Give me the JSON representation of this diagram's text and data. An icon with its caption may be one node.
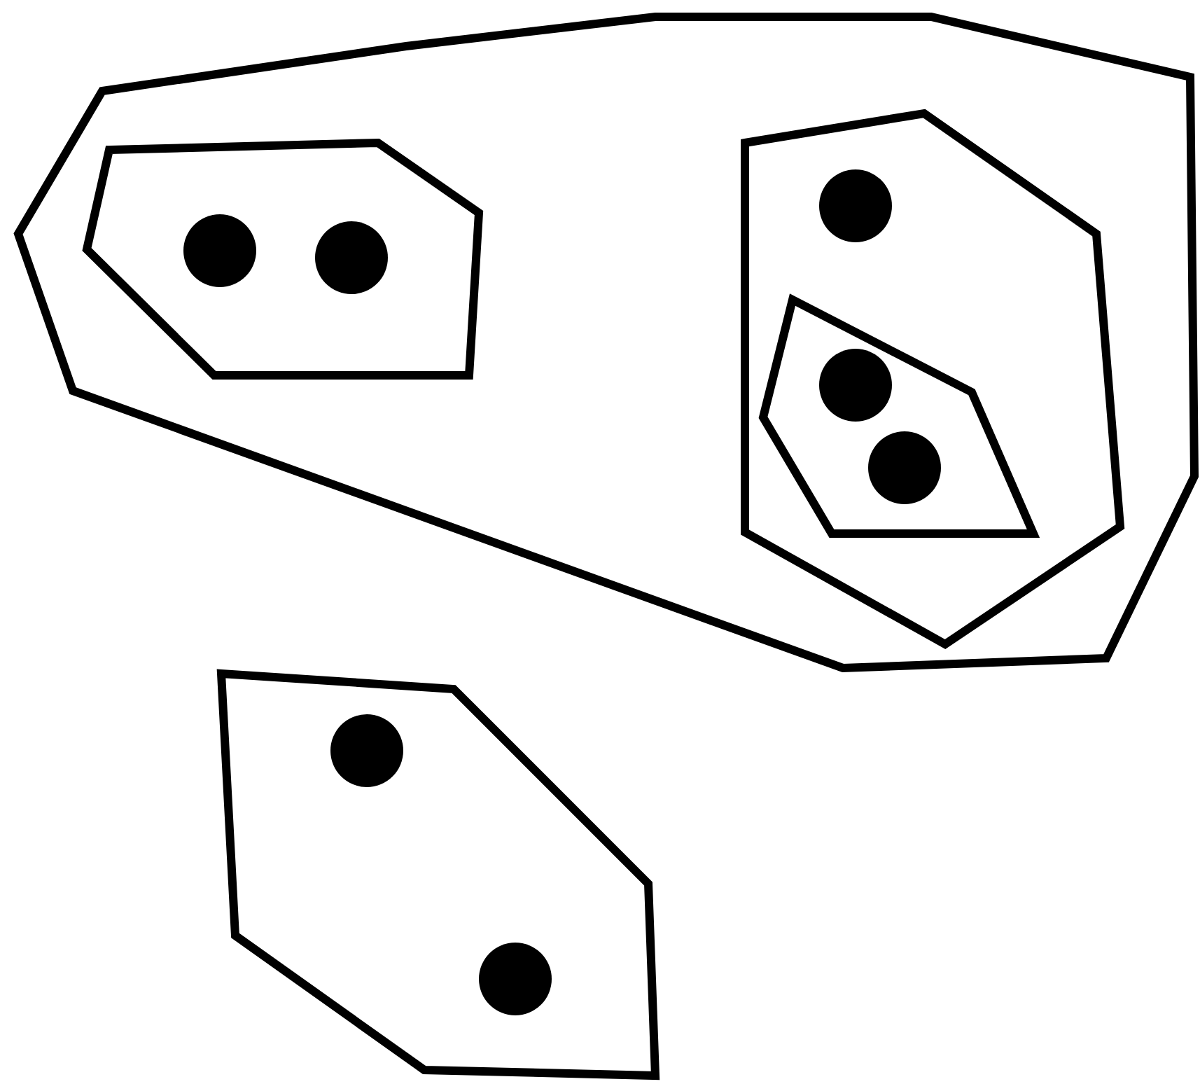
{
  "diagram": {
    "nodes": [
      {
        "text": [],
        "shape": "polygon"
      },
      {
        "text": [],
        "shape": "polygon",
        "in": 0
      },
      {
        "text": [],
        "shape": "circle",
        "in": 1
      },
      {
        "text": [],
        "shape": "circle",
        "in": 1
      },
      {
        "text": [],
        "shape": "polygon",
        "in": 0
      },
      {
        "text": [],
        "shape": "circle",
        "in": 4
      },
      {
        "text": [],
        "shape": "polygon",
        "in": 4
      },
      {
        "text": [],
        "shape": "circle",
        "in": 6
      },
      {
        "text": [],
        "shape": "circle",
        "in": 6
      },
      {
        "text": [],
        "shape": "polygon"
      },
      {
        "text": [],
        "shape": "circle",
        "in": 9
      },
      {
        "text": [],
        "shape": "circle",
        "in": 9
      }
    ]
  }
}
